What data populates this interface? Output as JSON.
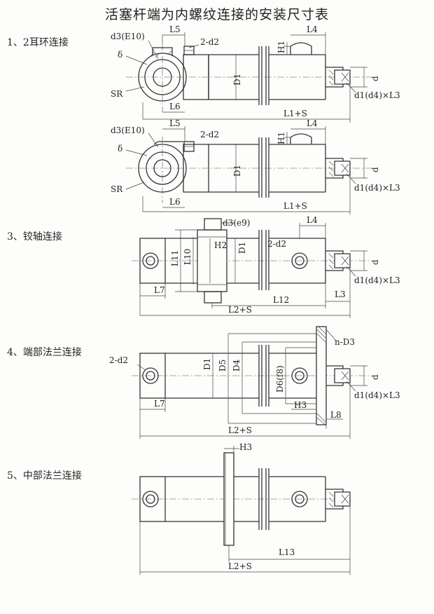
{
  "title": "活塞杆端为内螺纹连接的安装尺寸表",
  "sections": [
    {
      "label": "1、2耳环连接"
    },
    {
      "label": "3、铰轴连接"
    },
    {
      "label": "4、端部法兰连接"
    },
    {
      "label": "5、中部法兰连接"
    }
  ],
  "dims": {
    "d3e10": "d3(E10)",
    "delta": "δ",
    "sr": "SR",
    "l5": "L5",
    "l6": "L6",
    "two_d2": "2-d2",
    "h1": "H1",
    "l4": "L4",
    "d1cap": "D1",
    "d": "d",
    "d1d4l3": "d1(d4)×L3",
    "l1s": "L1+S",
    "d3e9": "d3(e9)",
    "l11": "L11",
    "l10": "L10",
    "h2": "H2",
    "l7": "L7",
    "l12": "L12",
    "l3": "L3",
    "l2s": "L2+S",
    "nd3": "n-D3",
    "d5": "D5",
    "d4cap": "D4",
    "d6f8": "D6(f8)",
    "h3": "H3",
    "l8": "L8",
    "l13": "L13"
  }
}
